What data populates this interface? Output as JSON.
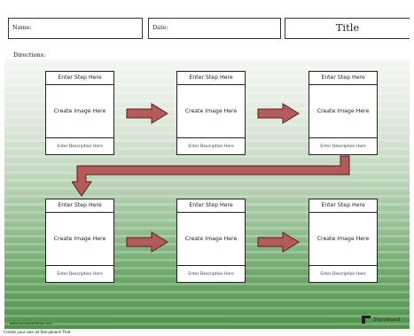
{
  "header": {
    "name_label": "Name:",
    "date_label": "Date:",
    "title": "Title"
  },
  "directions_label": "Directions:",
  "cards": [
    {
      "step": "Enter Step Here",
      "image": "Create Image Here",
      "description": "Enter Description Here"
    },
    {
      "step": "Enter Step Here",
      "image": "Create Image Here",
      "description": "Enter Description Here"
    },
    {
      "step": "Enter Step Here",
      "image": "Create Image Here",
      "description": "Enter Description Here"
    },
    {
      "step": "Enter Step Here",
      "image": "Create Image Here",
      "description": "Enter Description Here"
    },
    {
      "step": "Enter Step Here",
      "image": "Create Image Here",
      "description": "Enter Description Here"
    },
    {
      "step": "Enter Step Here",
      "image": "Create Image Here",
      "description": "Enter Description Here"
    }
  ],
  "footer": {
    "url": "www.storyboardthat.com",
    "logo_text": "Storyboard",
    "create_own": "Create your own at Storyboard That"
  },
  "colors": {
    "arrow_fill": "#b35a5a",
    "arrow_stroke": "#5a2020",
    "bg_top": "#f4f7f3",
    "bg_bottom": "#4f944b"
  },
  "icons": [
    "storyboard-logo-icon",
    "right-arrow-icon",
    "down-arrow-icon"
  ]
}
